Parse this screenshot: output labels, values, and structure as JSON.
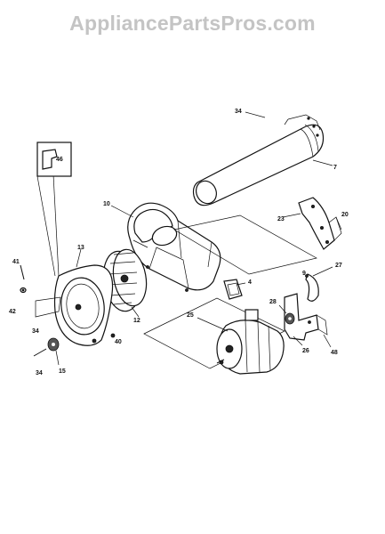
{
  "watermark": "AppliancePartsPros.com",
  "callouts": {
    "c34a": "34",
    "c7": "7",
    "c46": "46",
    "c10": "10",
    "c23": "23",
    "c20": "20",
    "c41": "41",
    "c13": "13",
    "c4": "4",
    "c27": "27",
    "c9": "9",
    "c42": "42",
    "c12": "12",
    "c28": "28",
    "c34b": "34",
    "c40": "40",
    "c26": "26",
    "c48": "48",
    "c34c": "34",
    "c15": "15"
  }
}
